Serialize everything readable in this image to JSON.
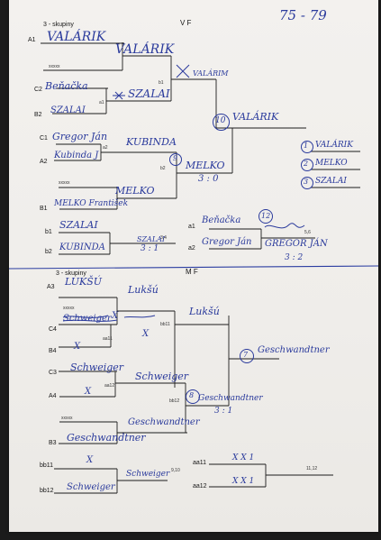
{
  "page_number": "75 - 79",
  "top": {
    "group_label": "3 - skupiny",
    "stage": "V F",
    "slots": {
      "a1": "A1",
      "c2": "C2",
      "b2": "B2",
      "c1": "C1",
      "a2": "A2",
      "b1": "B1",
      "b1_small": "b1",
      "a1_small": "a1",
      "a2_small": "a2",
      "b2_small": "b2",
      "bb1": "b1",
      "bb2": "b2",
      "lower_a1": "a1",
      "lower_a2": "a2"
    },
    "placeholders": [
      "xxxxx",
      "xxxxx"
    ],
    "names": {
      "valarik_1": "VALÁRIK",
      "valarik_2": "VALÁRIK",
      "valarik_3": "VALÁRIM",
      "benacka": "Beňačka",
      "szalai_1": "SZALAI",
      "szalai_2": "SZALAI",
      "gregor": "Gregor Ján",
      "kubinda_1": "Kubinda J",
      "kubinda_2": "KUBINDA",
      "melko_1": "MELKO",
      "melko_2": "MELKO",
      "melko_full": "MELKO František",
      "final_winner": "VALÁRIK",
      "score_final": "3 : 0",
      "szalai_3": "SZALAI",
      "kubinda_3": "KUBINDA",
      "szalai_win": "SZALAI",
      "pos_34": "3,4",
      "score_34": "3 : 1",
      "benacka_2": "Beňačka",
      "gregor_2": "Gregor Ján",
      "gregor_win": "GREGOR JÁN",
      "pos_56": "5,6",
      "score_56": "3 : 2",
      "circle_12": "12",
      "circle_10": "10",
      "circle_9": "9"
    },
    "ranking": [
      {
        "num": "1",
        "name": "VALÁRIK"
      },
      {
        "num": "2",
        "name": "MELKO"
      },
      {
        "num": "3",
        "name": "SZALAI"
      }
    ]
  },
  "bottom": {
    "group_label": "3 - skupiny",
    "stage": "M F",
    "slots": {
      "a3": "A3",
      "c4": "C4",
      "b4": "B4",
      "c3": "C3",
      "a4": "A4",
      "b3": "B3",
      "aa11": "aa11",
      "bb11": "bb11",
      "aa12": "aa12",
      "bb12": "bb12",
      "aa11_b": "aa11",
      "aa12_b": "aa12",
      "bb11_b": "bb11",
      "bb12_b": "bb12"
    },
    "placeholders": [
      "xxxxx",
      "xxxxx"
    ],
    "names": {
      "luksu_1": "LUKŠÚ",
      "luksu_2": "Lukšú",
      "luksu_3": "Lukšú",
      "schweiger_struck": "Schweiger",
      "schweiger_2": "Schweiger",
      "schweiger_3": "Schweiger",
      "schweiger_4": "Schweiger",
      "schweiger_5": "Schweiger",
      "geschw_1": "Geschwandtner",
      "geschw_2": "Geschwandtner",
      "geschw_3": "Geschwandtner",
      "geschw_4": "Geschwandtner",
      "x": "X",
      "xx1": "X X 1",
      "pos_910": "9,10",
      "pos_1112": "11,12",
      "score_78": "3 : 1",
      "circle_8": "8",
      "circle_7": "7"
    }
  }
}
